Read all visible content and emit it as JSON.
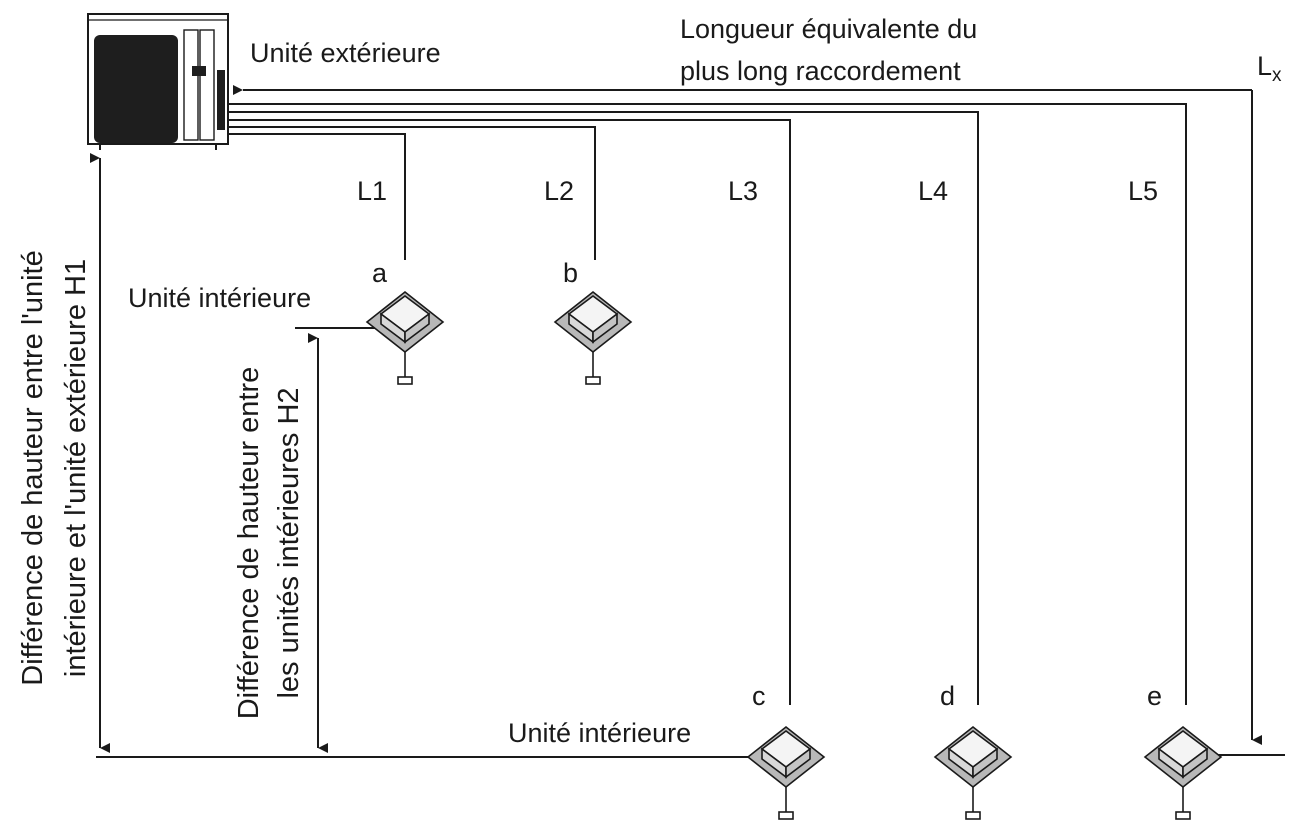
{
  "diagram": {
    "outdoor_unit_label": "Unité extérieure",
    "longest_line_label": {
      "line1": "Longueur équivalente du",
      "line2": "plus long raccordement"
    },
    "lx_label": {
      "main": "L",
      "sub": "x"
    },
    "pipe_labels": [
      "L1",
      "L2",
      "L3",
      "L4",
      "L5"
    ],
    "indoor_unit_letters": [
      "a",
      "b",
      "c",
      "d",
      "e"
    ],
    "indoor_unit_label_upper": "Unité intérieure",
    "indoor_unit_label_lower": "Unité intérieure",
    "h1_label": {
      "line1": "Différence de hauteur entre l'unité",
      "line2": "intérieure et l'unité extérieure H1"
    },
    "h2_label": {
      "line1": "Différence de hauteur entre",
      "line2": "les unités intérieures H2"
    }
  },
  "colors": {
    "line": "#1a1a1a",
    "unit_dark": "#1e1e1e",
    "unit_light": "#f2f2f2",
    "cassette_top": "#ebebeb",
    "cassette_shadow": "#b8b8b8"
  }
}
